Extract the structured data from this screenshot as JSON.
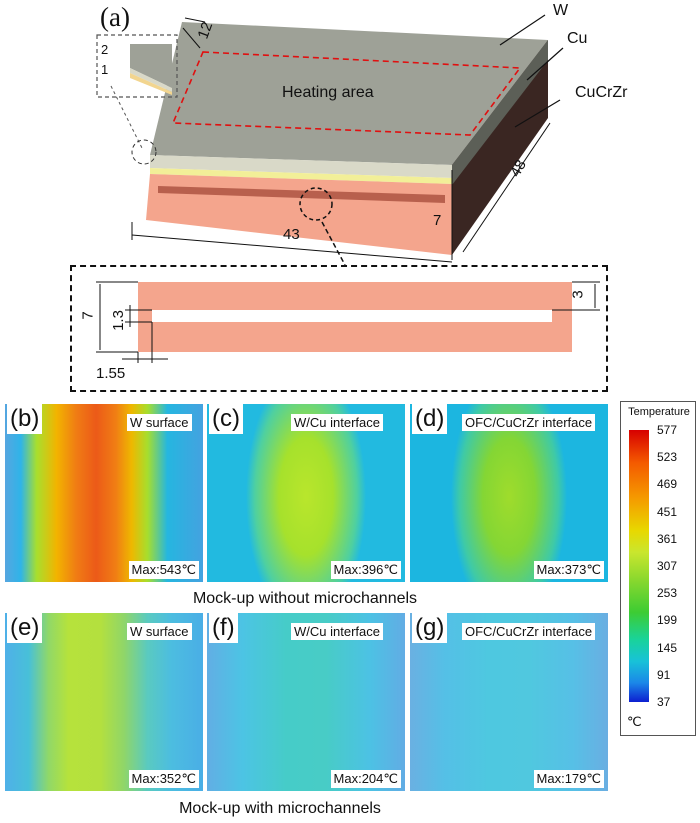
{
  "panel_a": {
    "label": "(a)",
    "materials": {
      "w": "W",
      "cu": "Cu",
      "cucrzr": "CuCrZr"
    },
    "heating_area": "Heating area",
    "inset_layers": [
      "2",
      "1"
    ],
    "dims": {
      "d12": "12",
      "d48": "48",
      "d43": "43",
      "d7": "7"
    },
    "zoom_dims": {
      "d7": "7",
      "d13": "1.3",
      "d155": "1.55",
      "d3": "3"
    }
  },
  "maps": [
    {
      "letter": "(b)",
      "title": "W surface",
      "max": "Max:543℃",
      "peak": 543
    },
    {
      "letter": "(c)",
      "title": "W/Cu interface",
      "max": "Max:396℃",
      "peak": 396
    },
    {
      "letter": "(d)",
      "title": "OFC/CuCrZr interface",
      "max": "Max:373℃",
      "peak": 373
    },
    {
      "letter": "(e)",
      "title": "W surface",
      "max": "Max:352℃",
      "peak": 352
    },
    {
      "letter": "(f)",
      "title": "W/Cu interface",
      "max": "Max:204℃",
      "peak": 204
    },
    {
      "letter": "(g)",
      "title": "OFC/CuCrZr interface",
      "max": "Max:179℃",
      "peak": 179
    }
  ],
  "captions": {
    "without": "Mock-up without microchannels",
    "with": "Mock-up with microchannels"
  },
  "legend": {
    "title": "Temperature",
    "ticks": [
      "577",
      "523",
      "469",
      "451",
      "361",
      "307",
      "253",
      "199",
      "145",
      "91",
      "37"
    ],
    "unit": "℃"
  },
  "colors": {
    "w_layer": "#9ea197",
    "copper": "#f4a58d",
    "cucrzr_side": "#3a2622",
    "heating_line": "#e01010"
  }
}
